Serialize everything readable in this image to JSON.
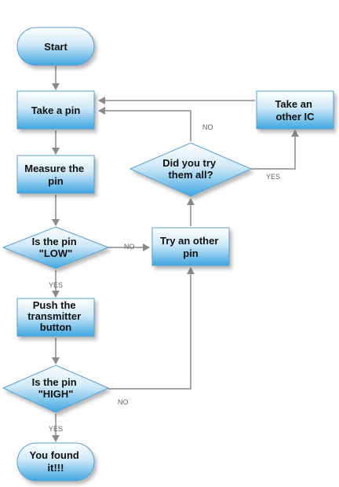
{
  "nodes": {
    "start": {
      "label": "Start"
    },
    "take_pin": {
      "label": "Take a pin"
    },
    "measure": {
      "lines": [
        "Measure the",
        "pin"
      ]
    },
    "is_low": {
      "lines": [
        "Is the pin",
        "\"LOW\""
      ]
    },
    "push_button": {
      "lines": [
        "Push the",
        "transmitter",
        "button"
      ]
    },
    "is_high": {
      "lines": [
        "Is the pin",
        "\"HIGH\""
      ]
    },
    "found": {
      "lines": [
        "You found",
        "it!!!"
      ]
    },
    "try_other": {
      "lines": [
        "Try an other",
        "pin"
      ]
    },
    "tried_all": {
      "lines": [
        "Did you try",
        "them all?"
      ]
    },
    "take_ic": {
      "lines": [
        "Take an",
        "other IC"
      ]
    }
  },
  "edges": {
    "low_no": "NO",
    "low_yes": "YES",
    "high_no": "NO",
    "high_yes": "YES",
    "all_no": "NO",
    "all_yes": "YES"
  },
  "colors": {
    "fill_top": "#ffffff",
    "fill_bottom": "#3fa6e0",
    "stroke": "#5a9fd0",
    "edge": "#8a8a8a"
  }
}
